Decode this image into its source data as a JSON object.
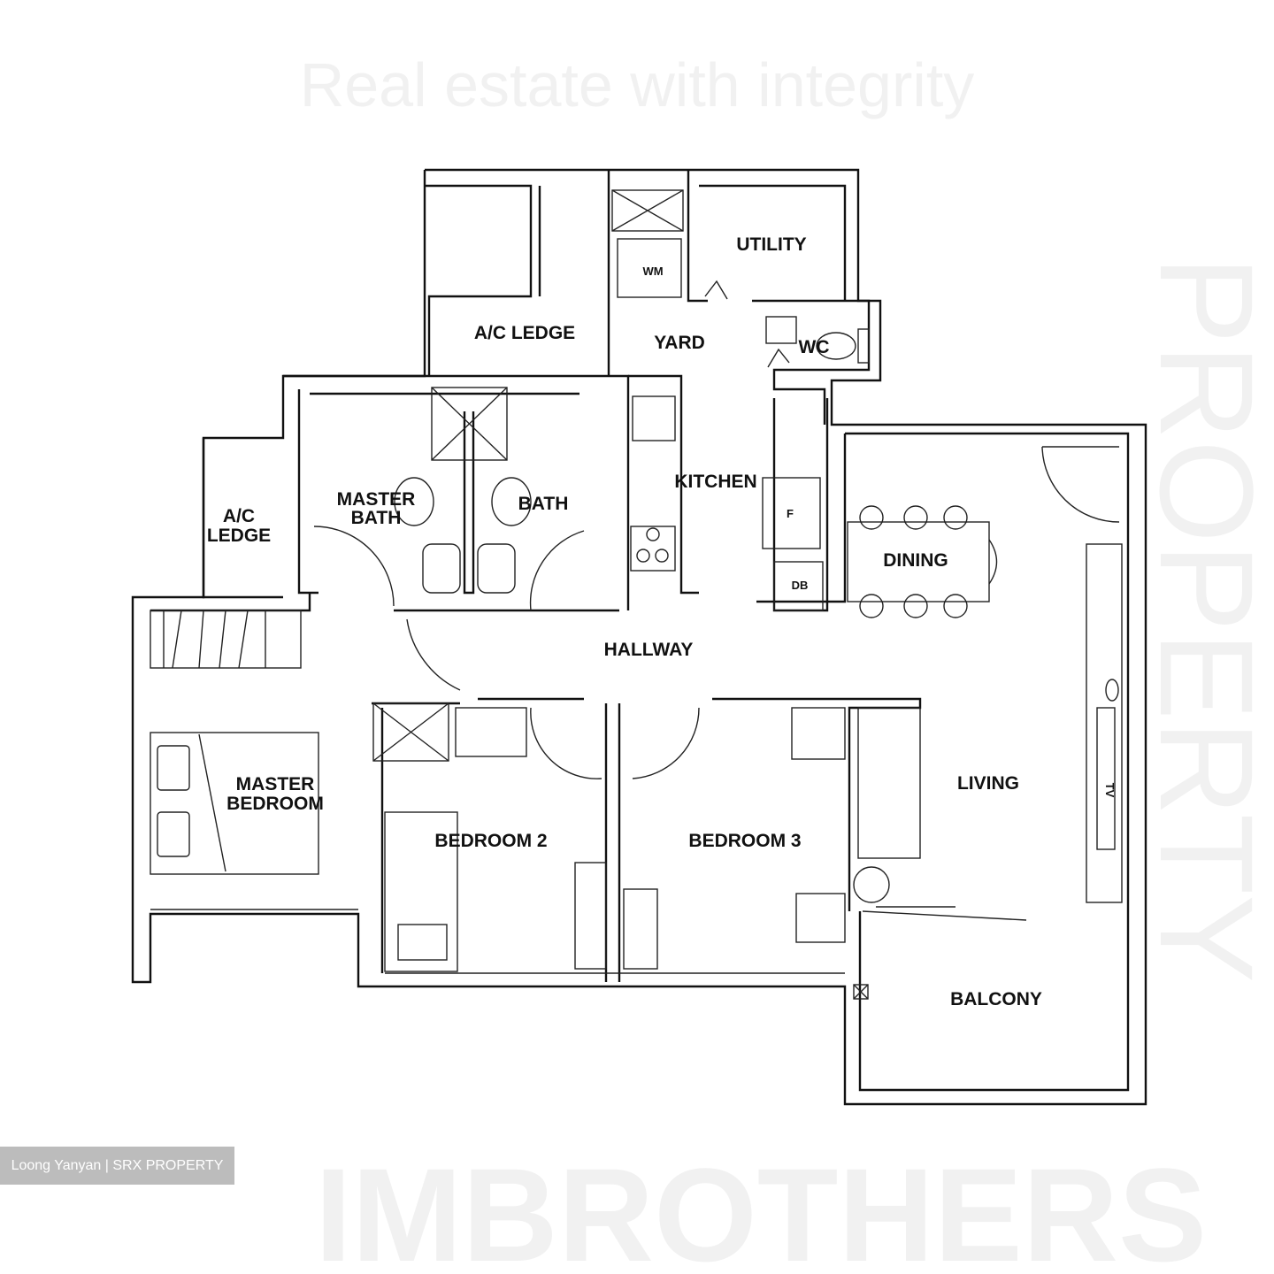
{
  "rooms": {
    "utility": "UTILITY",
    "wm": "WM",
    "ac_ledge_top": "A/C LEDGE",
    "yard": "YARD",
    "wc": "WC",
    "kitchen": "KITCHEN",
    "master_bath_1": "MASTER",
    "master_bath_2": "BATH",
    "bath": "BATH",
    "ac_ledge_left_1": "A/C",
    "ac_ledge_left_2": "LEDGE",
    "fridge": "F",
    "db": "DB",
    "dining": "DINING",
    "hallway": "HALLWAY",
    "living": "LIVING",
    "master_bedroom_1": "MASTER",
    "master_bedroom_2": "BEDROOM",
    "bedroom2": "BEDROOM 2",
    "bedroom3": "BEDROOM 3",
    "tv": "TV",
    "balcony": "BALCONY"
  },
  "watermark": {
    "line1": "PROPERTY",
    "line2": "IMBROTHERS",
    "tagline": "Real estate with integrity"
  },
  "credit": "Loong Yanyan | SRX PROPERTY"
}
